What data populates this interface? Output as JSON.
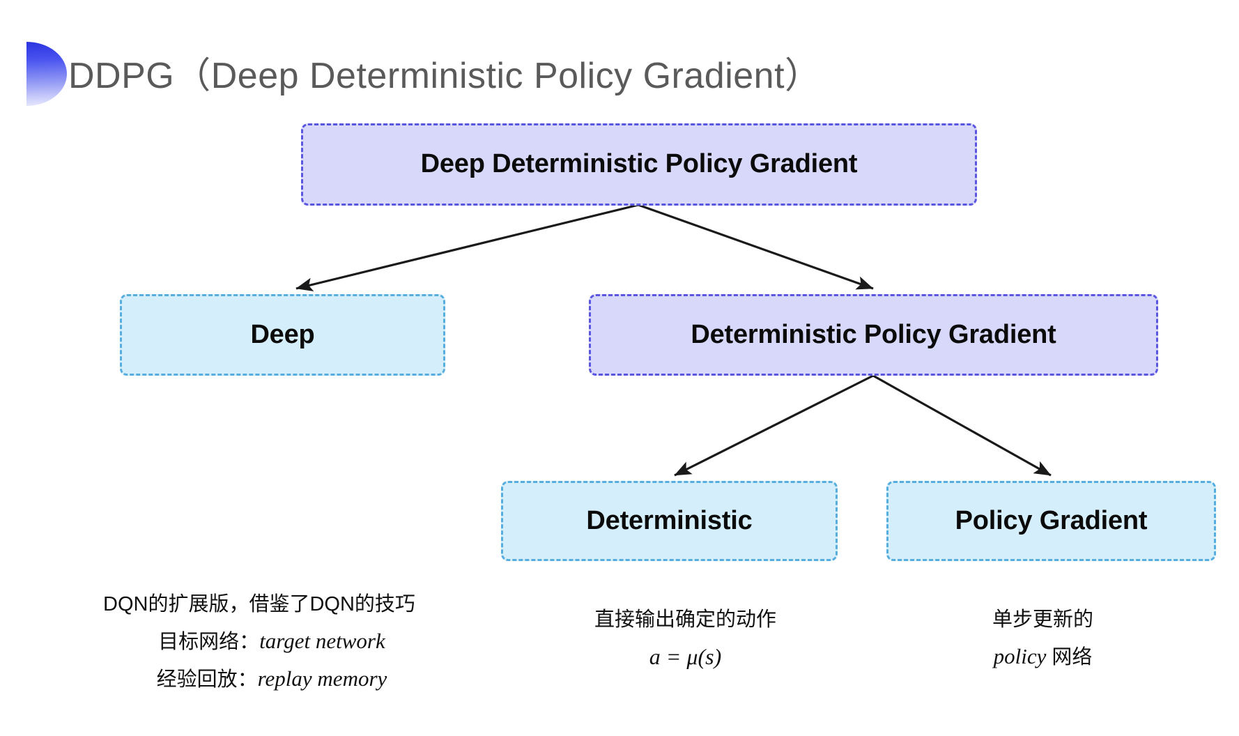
{
  "slide": {
    "title": "DDPG（Deep Deterministic Policy Gradient）",
    "background_color": "#ffffff",
    "accent_color": "#3a42e8"
  },
  "diagram": {
    "type": "tree",
    "nodes": [
      {
        "id": "root",
        "label": "Deep Deterministic Policy Gradient",
        "style": "purple"
      },
      {
        "id": "deep",
        "label": "Deep",
        "style": "blue"
      },
      {
        "id": "dpg",
        "label": "Deterministic Policy Gradient",
        "style": "purple"
      },
      {
        "id": "det",
        "label": "Deterministic",
        "style": "blue"
      },
      {
        "id": "pg",
        "label": "Policy Gradient",
        "style": "blue"
      }
    ],
    "edges": [
      {
        "from": "root",
        "to": "deep"
      },
      {
        "from": "root",
        "to": "dpg"
      },
      {
        "from": "dpg",
        "to": "det"
      },
      {
        "from": "dpg",
        "to": "pg"
      }
    ],
    "colors": {
      "purple_fill": "#d8d8fb",
      "purple_border": "#5b56e0",
      "blue_fill": "#d5eefb",
      "blue_border": "#57aede",
      "arrow": "#1a1a1a"
    }
  },
  "captions": {
    "deep": {
      "line1": "DQN的扩展版，借鉴了DQN的技巧",
      "line2_label": "目标网络：",
      "line2_term": "target network",
      "line3_label": "经验回放：",
      "line3_term": "replay memory"
    },
    "deterministic": {
      "line1": "直接输出确定的动作",
      "formula": "a = μ(s)"
    },
    "policy_gradient": {
      "line1": "单步更新的",
      "line2_term": "policy",
      "line2_suffix": "网络"
    }
  }
}
